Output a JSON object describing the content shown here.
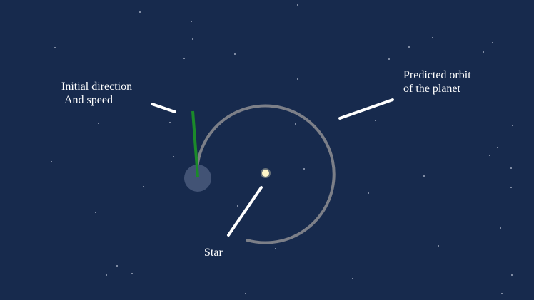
{
  "diagram": {
    "labels": {
      "initial_direction": [
        "Initial direction",
        "And speed"
      ],
      "predicted_orbit": [
        "Predicted orbit",
        "of the planet"
      ],
      "star": "Star"
    },
    "colors": {
      "background": "#172a4d",
      "orbit": "#7c7f88",
      "velocity_vector": "#1b8a2a",
      "star": "#fff6c8",
      "planet": "#47587a",
      "pointer_lines": "#ffffff",
      "stars_field": "#cfd6e6"
    }
  }
}
